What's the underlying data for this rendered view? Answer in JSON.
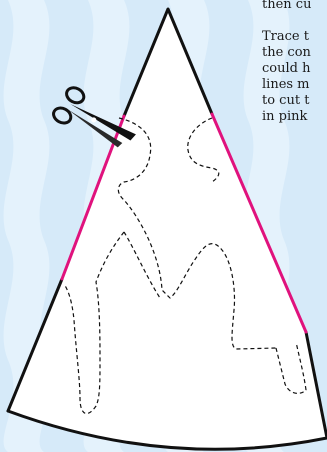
{
  "instructions": {
    "first_paragraph_lines": [
      "then cu"
    ],
    "second_paragraph_lines": [
      "Trace t",
      "the con",
      "could h",
      "lines m",
      "to cut t",
      "in pink"
    ]
  },
  "diagram": {
    "cone_fill": "#ffffff",
    "cone_outline_color": "#111111",
    "cut_line_color": "#e0127d",
    "dashed_line_color": "#111111",
    "background_color": "#d6eaf9",
    "background_pattern_color": "#e3f2fc",
    "tool_icon": "scissors-icon"
  }
}
